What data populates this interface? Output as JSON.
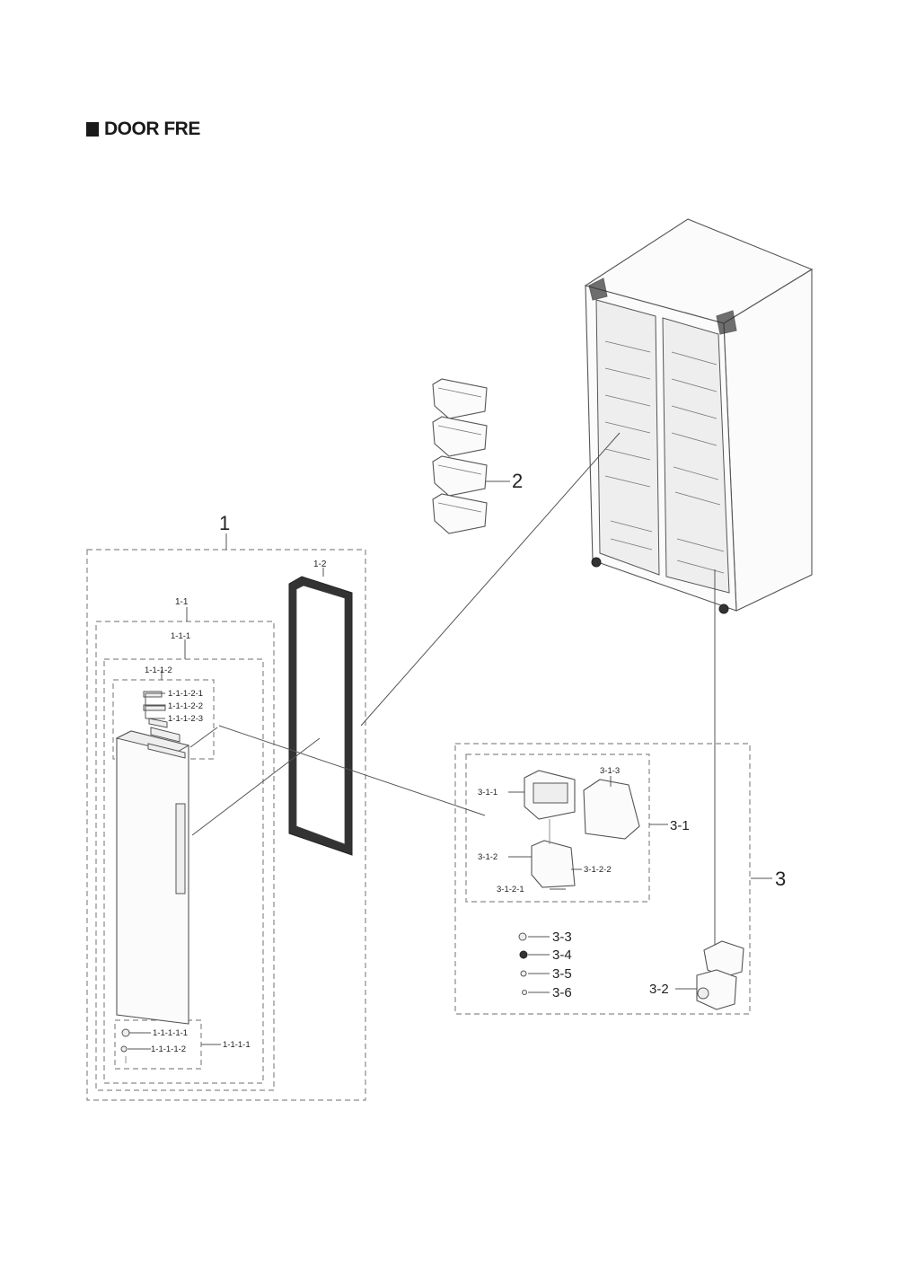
{
  "title": "DOOR FRE",
  "labels": {
    "l1": "1",
    "l1_1": "1-1",
    "l1_1_1": "1-1-1",
    "l1_1_1_2": "1-1-1-2",
    "l1_1_1_2_1": "1-1-1-2-1",
    "l1_1_1_2_2": "1-1-1-2-2",
    "l1_1_1_2_3": "1-1-1-2-3",
    "l1_1_1_1_1": "1-1-1-1-1",
    "l1_1_1_1_2": "1-1-1-1-2",
    "l1_1_1_1": "1-1-1-1",
    "l1_2": "1-2",
    "l2": "2",
    "l3": "3",
    "l3_1": "3-1",
    "l3_1_1": "3-1-1",
    "l3_1_2": "3-1-2",
    "l3_1_3": "3-1-3",
    "l3_1_2_1": "3-1-2-1",
    "l3_1_2_2": "3-1-2-2",
    "l3_2": "3-2",
    "l3_3": "3-3",
    "l3_4": "3-4",
    "l3_5": "3-5",
    "l3_6": "3-6"
  },
  "colors": {
    "ink": "#222222",
    "dashed_box": "#8a8a8a",
    "part_fill": "#fbfbfb"
  }
}
